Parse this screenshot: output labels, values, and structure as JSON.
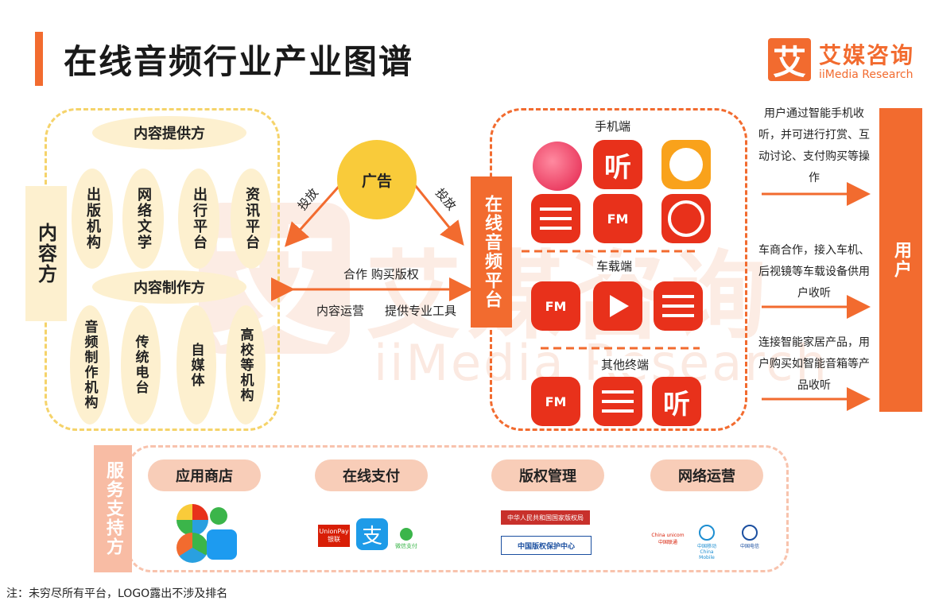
{
  "title": "在线音频行业产业图谱",
  "logo": {
    "mark": "艾",
    "name_cn": "艾媒咨询",
    "name_en": "iiMedia Research"
  },
  "watermark": {
    "mark": "艾",
    "cn": "艾媒咨询",
    "en": "iiMedia Research"
  },
  "content_side": {
    "label": "内容方",
    "provider_title": "内容提供方",
    "providers": [
      "出版机构",
      "网络文学",
      "出行平台",
      "资讯平台"
    ],
    "producer_title": "内容制作方",
    "producers": [
      "音频制作机构",
      "传统电台",
      "自媒体",
      "高校等机构"
    ]
  },
  "ad": {
    "label": "广告",
    "left_arrow": "投放",
    "right_arrow": "投放"
  },
  "middle_arrows": {
    "top": "合作  购买版权",
    "bottom_left": "内容运营",
    "bottom_right": "提供专业工具"
  },
  "platform": {
    "label": "在线音频平台",
    "sections": {
      "mobile": "手机端",
      "car": "车载端",
      "other": "其他终端"
    },
    "ting_glyph": "听",
    "fm_glyph": "FM"
  },
  "user_flows": [
    "用户通过智能手机收听，并可进行打赏、互动讨论、支付购买等操作",
    "车商合作，接入车机、后视镜等车载设备供用户收听",
    "连接智能家居产品，用户购买如智能音箱等产品收听"
  ],
  "user": {
    "label": "用户"
  },
  "services": {
    "label": "服务支持方",
    "items": [
      "应用商店",
      "在线支付",
      "版权管理",
      "网络运营"
    ],
    "payment_logos": {
      "unionpay": "UnionPay 银联",
      "alipay": "支",
      "wechat": "微信支付"
    },
    "copyright_logos": {
      "admin": "中华人民共和国国家版权局",
      "center": "中国版权保护中心"
    },
    "telecom_logos": {
      "unicom": "China unicom中国联通",
      "mobile": "中国移动 China Mobile",
      "telecom": "中国电信"
    }
  },
  "footnote": "注：未穷尽所有平台，LOGO露出不涉及排名",
  "colors": {
    "accent": "#f26b2f",
    "yellow": "#f9cb3a",
    "cream": "#fdf0cf",
    "pink": "#f8cdb8"
  }
}
